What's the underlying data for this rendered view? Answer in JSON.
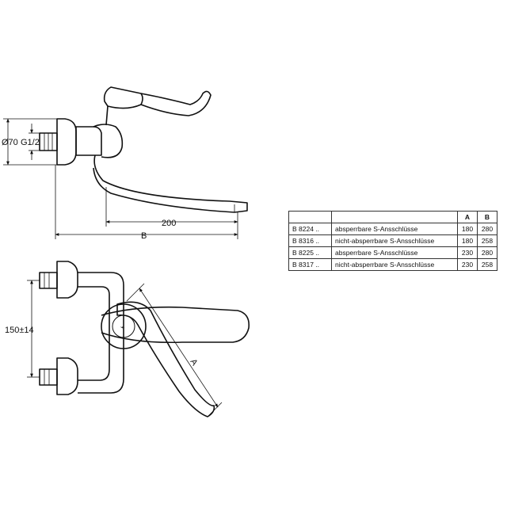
{
  "side_view": {
    "dim_diameter": "Ø70",
    "dim_thread": "G1/2",
    "dim_200": "200",
    "dim_b": "B"
  },
  "front_view": {
    "dim_spacing": "150±14",
    "dim_a": "A"
  },
  "table": {
    "headers": [
      "",
      "",
      "A",
      "B"
    ],
    "rows": [
      {
        "code": "B 8224 ..",
        "desc": "absperrbare S-Ansschlüsse",
        "a": "180",
        "b": "280"
      },
      {
        "code": "B 8316 ..",
        "desc": "nicht-absperrbare S-Ansschlüsse",
        "a": "180",
        "b": "258"
      },
      {
        "code": "B 8225 ..",
        "desc": "absperrbare S-Ansschlüsse",
        "a": "230",
        "b": "280"
      },
      {
        "code": "B 8317 ..",
        "desc": "nicht-absperrbare S-Ansschlüsse",
        "a": "230",
        "b": "258"
      }
    ]
  }
}
